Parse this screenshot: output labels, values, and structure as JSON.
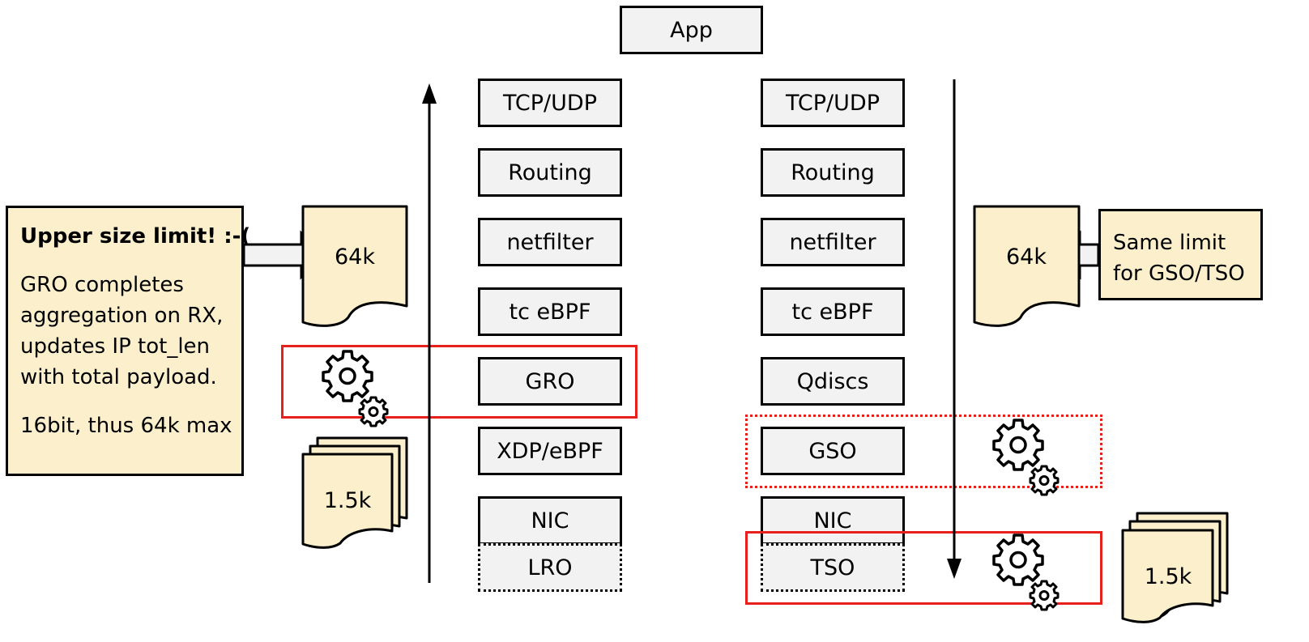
{
  "top": {
    "label": "App"
  },
  "rx_stack": [
    {
      "label": "TCP/UDP"
    },
    {
      "label": "Routing"
    },
    {
      "label": "netfilter"
    },
    {
      "label": "tc eBPF"
    },
    {
      "label": "GRO"
    },
    {
      "label": "XDP/eBPF"
    },
    {
      "label": "NIC"
    },
    {
      "label": "LRO"
    }
  ],
  "tx_stack": [
    {
      "label": "TCP/UDP"
    },
    {
      "label": "Routing"
    },
    {
      "label": "netfilter"
    },
    {
      "label": "tc eBPF"
    },
    {
      "label": "Qdiscs"
    },
    {
      "label": "GSO"
    },
    {
      "label": "NIC"
    },
    {
      "label": "TSO"
    }
  ],
  "rx_note": {
    "title": "Upper size limit! :-(",
    "lines": [
      "GRO completes",
      "aggregation on RX,",
      "updates IP tot_len",
      "with total payload."
    ],
    "footer": "16bit, thus 64k max"
  },
  "tx_note": {
    "lines": [
      "Same limit",
      "for GSO/TSO"
    ]
  },
  "packets": {
    "rx_aggregate": "64k",
    "rx_segments": "1.5k",
    "tx_aggregate": "64k",
    "tx_segments": "1.5k"
  },
  "colors": {
    "highlight": "#e8201c",
    "layer_fill": "#f2f2f2",
    "note_fill": "#fbefcc"
  },
  "icons": [
    "gear-icon",
    "gear-icon",
    "gear-icon"
  ]
}
